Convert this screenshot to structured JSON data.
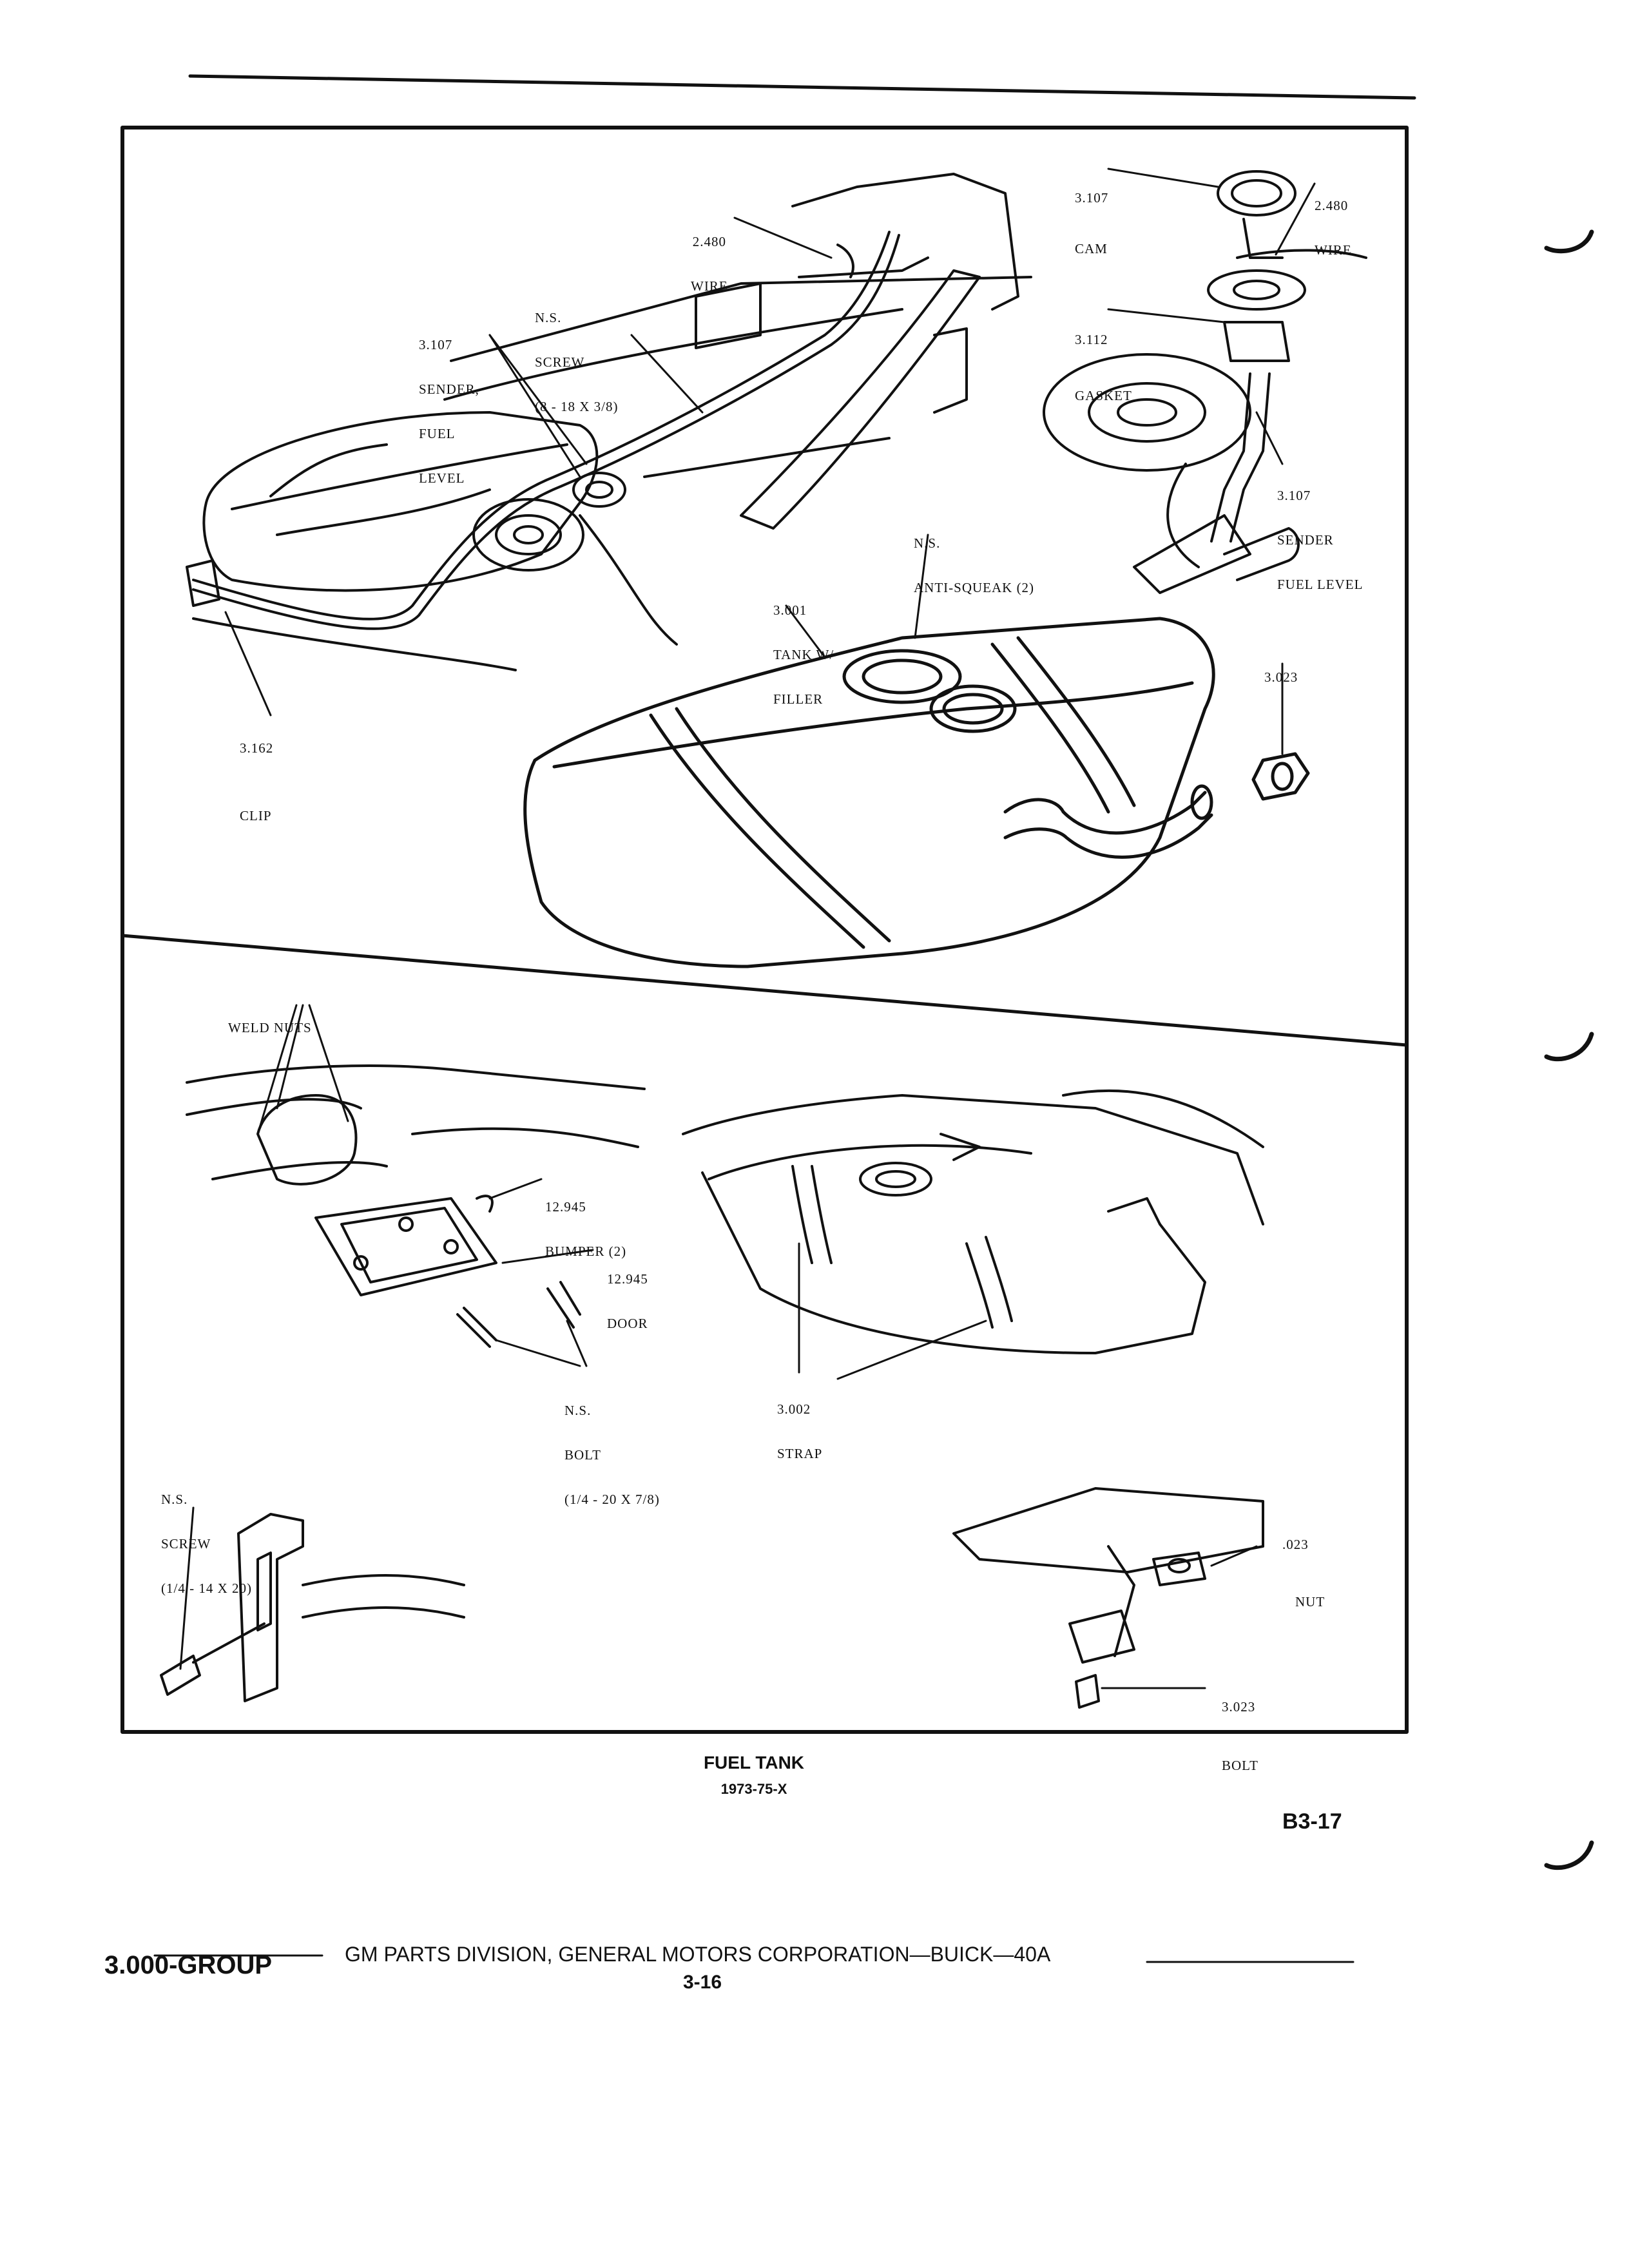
{
  "callouts": {
    "wire_top": {
      "num": "2.480",
      "label": "WIRE"
    },
    "screw_sender": {
      "num": "N.S.",
      "label": "SCREW",
      "spec": "(8 - 18 x 3/8)"
    },
    "sender_left": {
      "num": "3.107",
      "label": "SENDER,",
      "label2": "FUEL",
      "label3": "LEVEL"
    },
    "cam": {
      "num": "3.107",
      "label": "CAM"
    },
    "wire_right": {
      "num": "2.480",
      "label": "WIRE"
    },
    "gasket": {
      "num": "3.112",
      "label": "GASKET"
    },
    "sender_right": {
      "num": "3.107",
      "label": "SENDER",
      "label2": "FUEL LEVEL"
    },
    "anti_squeak": {
      "num": "N.S.",
      "label": "ANTI-SQUEAK (2)"
    },
    "tank_filler": {
      "num": "3.001",
      "label": "TANK W/",
      "label2": "FILLER"
    },
    "clip": {
      "num": "3.162",
      "label": "CLIP"
    },
    "part_3023_top": {
      "num": "3.023"
    },
    "weld_nuts": {
      "label": "WELD NUTS"
    },
    "bumper": {
      "num": "12.945",
      "label": "BUMPER (2)"
    },
    "door": {
      "num": "12.945",
      "label": "DOOR"
    },
    "bolt_ns": {
      "num": "N.S.",
      "label": "BOLT",
      "spec": "(1/4 - 20 x 7/8)"
    },
    "strap": {
      "num": "3.002",
      "label": "STRAP"
    },
    "screw_bottom": {
      "num": "N.S.",
      "label": "SCREW",
      "spec": "(1/4 - 14 x 20)"
    },
    "nut": {
      "num": ".023",
      "label": "NUT"
    },
    "bolt_3023": {
      "num": "3.023",
      "label": "BOLT"
    }
  },
  "caption": {
    "title": "FUEL TANK",
    "subtitle": "1973-75-X"
  },
  "page_ref": "B3-17",
  "footer": {
    "group": "3.000-GROUP",
    "publisher": "GM PARTS DIVISION, GENERAL MOTORS CORPORATION—BUICK—40A",
    "page_number": "3-16"
  }
}
